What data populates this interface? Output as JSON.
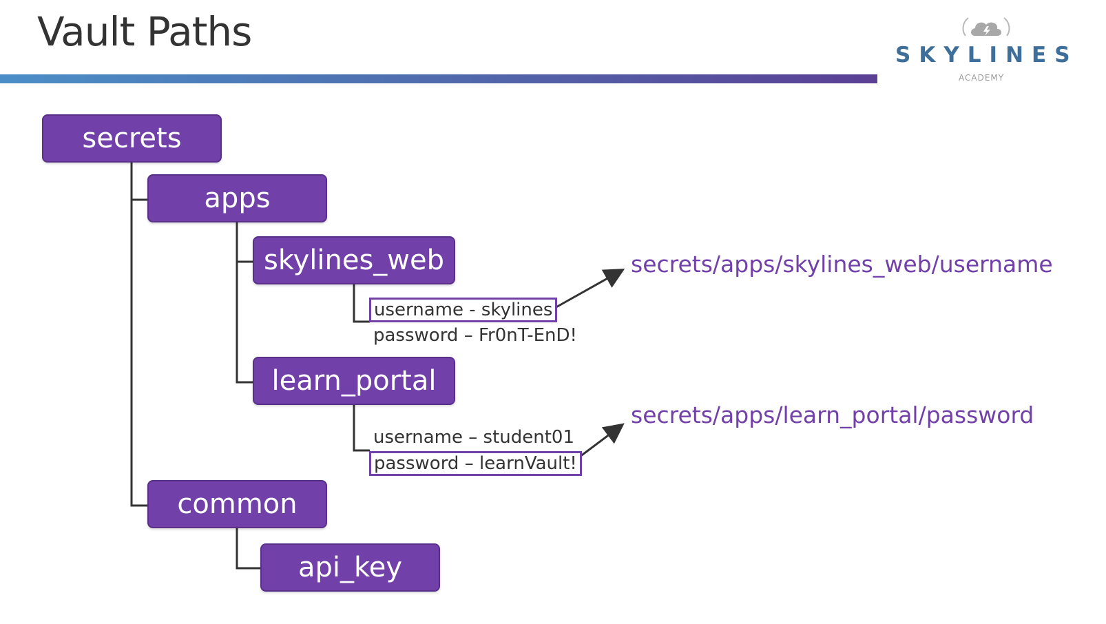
{
  "slide": {
    "title": "Vault Paths"
  },
  "logo": {
    "brand": "SKYLINES",
    "sub": "ACADEMY",
    "icon": "cloud-icon"
  },
  "tree": {
    "secrets": "secrets",
    "apps": "apps",
    "skylines_web": "skylines_web",
    "skylines_web_username": "username - skylines",
    "skylines_web_password": "password – Fr0nT-EnD!",
    "learn_portal": "learn_portal",
    "learn_portal_username": "username – student01",
    "learn_portal_password": "password – learnVault!",
    "common": "common",
    "api_key": "api_key"
  },
  "paths": {
    "skylines_web_username": "secrets/apps/skylines_web/username",
    "learn_portal_password": "secrets/apps/learn_portal/password"
  },
  "colors": {
    "node": "#7140a8",
    "accent_text": "#7140a8",
    "connector": "#333333",
    "bar_start": "#4b8ec7",
    "bar_end": "#5b3f94"
  }
}
